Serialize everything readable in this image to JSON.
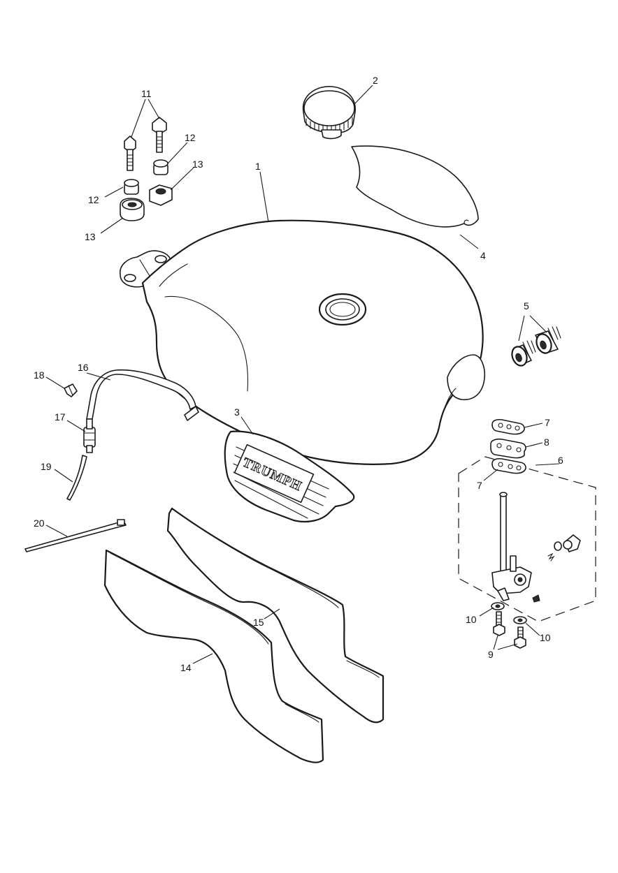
{
  "diagram": {
    "callouts": {
      "c1": "1",
      "c2": "2",
      "c3": "3",
      "c4": "4",
      "c5": "5",
      "c6": "6",
      "c7a": "7",
      "c7b": "7",
      "c8": "8",
      "c9": "9",
      "c10a": "10",
      "c10b": "10",
      "c11": "11",
      "c12a": "12",
      "c12b": "12",
      "c13a": "13",
      "c13b": "13",
      "c14": "14",
      "c15": "15",
      "c16": "16",
      "c17": "17",
      "c18": "18",
      "c19": "19",
      "c20": "20"
    },
    "badge_text": "TRUMPH"
  }
}
